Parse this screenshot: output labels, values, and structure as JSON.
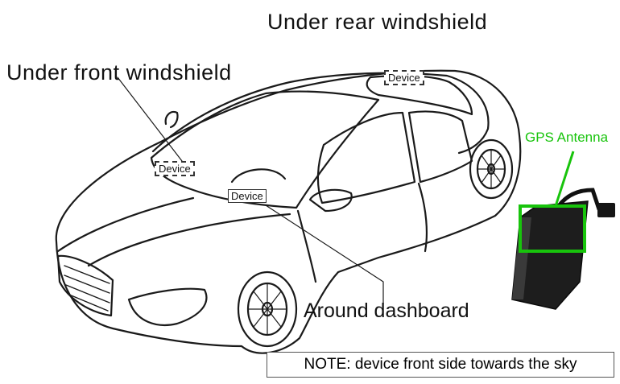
{
  "labels": {
    "rear_windshield": "Under rear windshield",
    "front_windshield": "Under front windshield",
    "dashboard": "Around dashboard",
    "gps_antenna": "GPS Antenna"
  },
  "device_tags": {
    "rear": "Device",
    "front": "Device",
    "dashboard": "Device"
  },
  "note": "NOTE: device front side towards the sky",
  "colors": {
    "antenna_highlight": "#18c40c",
    "line_art": "#1a1a1a"
  }
}
